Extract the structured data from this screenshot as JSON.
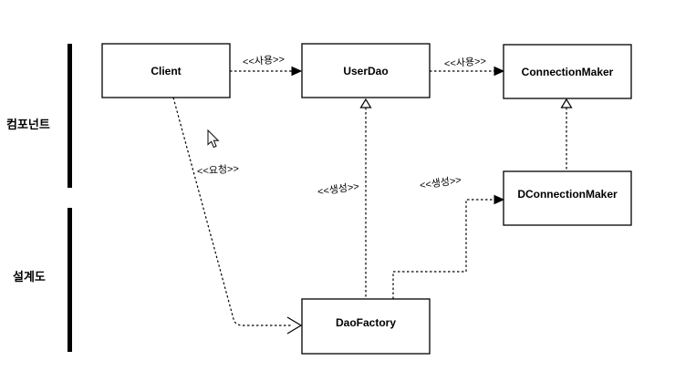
{
  "diagram": {
    "background_color": "#ffffff",
    "line_color": "#000000",
    "box_fill_color": "#ffffff",
    "side_labels": {
      "component": "컴포넌트",
      "blueprint": "설계도"
    },
    "boxes": {
      "client": "Client",
      "userdao": "UserDao",
      "connectionmaker": "ConnectionMaker",
      "dconnectionmaker": "DConnectionMaker",
      "daofactory": "DaoFactory"
    },
    "edge_labels": {
      "use_client_userdao": "<<사용>>",
      "use_userdao_connectionmaker": "<<사용>>",
      "request_client_daofactory": "<<요청>>",
      "create_daofactory_userdao": "<<생성>>",
      "create_daofactory_dconnectionmaker": "<<생성>>"
    }
  }
}
